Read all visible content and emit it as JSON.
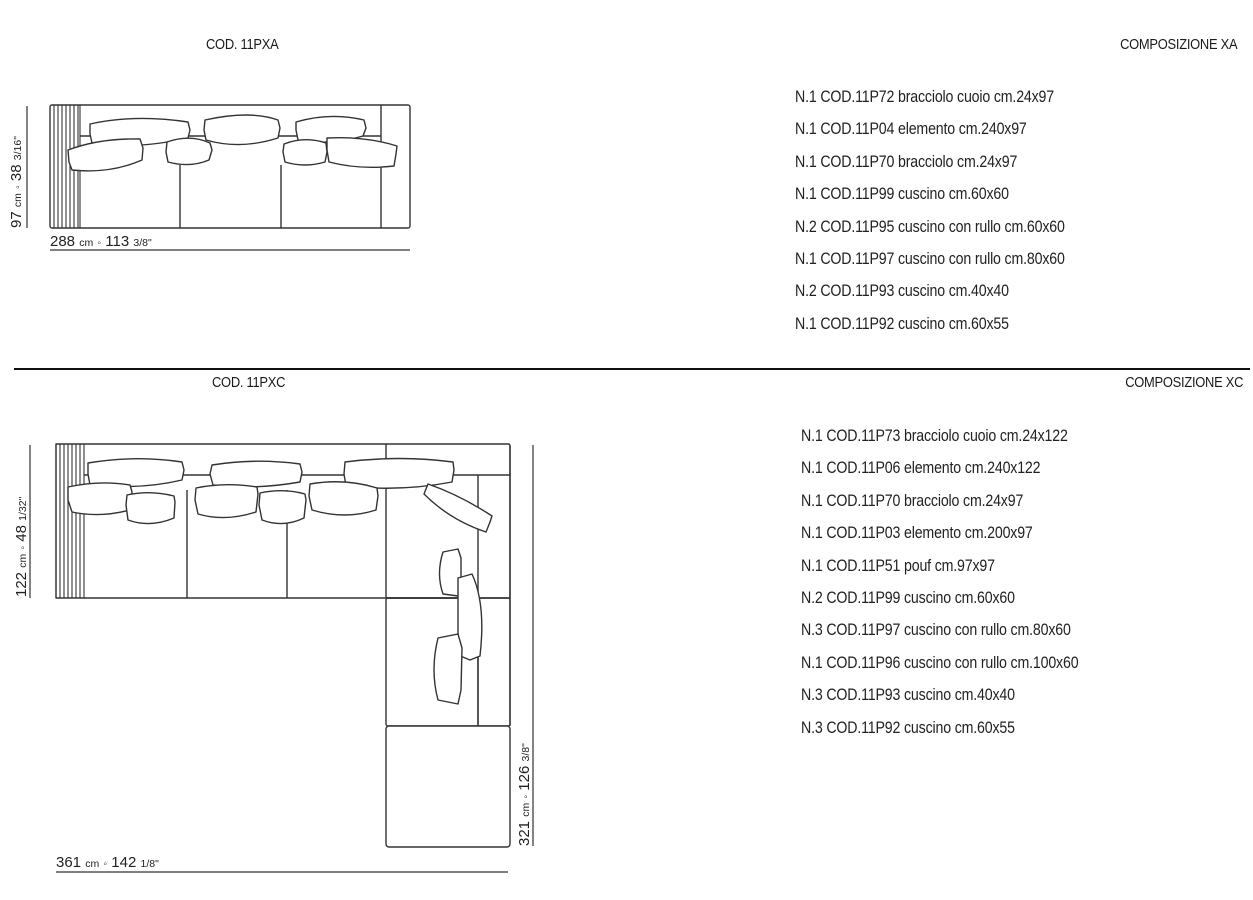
{
  "sections": [
    {
      "code_label": "COD. 11PXA",
      "composition_title": "COMPOSIZIONE XA",
      "dimensions": {
        "width": {
          "cm": "288",
          "cm_unit": "cm",
          "sep": "◦",
          "in": "113",
          "in_frac": "3/8\""
        },
        "depth": {
          "cm": "97",
          "cm_unit": "cm",
          "sep": "◦",
          "in": "38",
          "in_frac": "3/16\""
        }
      },
      "items": [
        "N.1 COD.11P72 bracciolo cuoio cm.24x97",
        "N.1 COD.11P04 elemento cm.240x97",
        "N.1 COD.11P70 bracciolo cm.24x97",
        "N.1 COD.11P99 cuscino cm.60x60",
        "N.2 COD.11P95 cuscino con rullo cm.60x60",
        "N.1 COD.11P97 cuscino con rullo cm.80x60",
        "N.2 COD.11P93 cuscino cm.40x40",
        "N.1 COD.11P92 cuscino cm.60x55"
      ]
    },
    {
      "code_label": "COD. 11PXC",
      "composition_title": "COMPOSIZIONE XC",
      "dimensions": {
        "width": {
          "cm": "361",
          "cm_unit": "cm",
          "sep": "◦",
          "in": "142",
          "in_frac": "1/8\""
        },
        "depth": {
          "cm": "122",
          "cm_unit": "cm",
          "sep": "◦",
          "in": "48",
          "in_frac": "1/32\""
        },
        "length": {
          "cm": "321",
          "cm_unit": "cm",
          "sep": "◦",
          "in": "126",
          "in_frac": "3/8\""
        }
      },
      "items": [
        "N.1 COD.11P73 bracciolo cuoio cm.24x122",
        "N.1 COD.11P06 elemento cm.240x122",
        "N.1 COD.11P70 bracciolo cm.24x97",
        "N.1 COD.11P03 elemento cm.200x97",
        "N.1 COD.11P51 pouf cm.97x97",
        "N.2 COD.11P99 cuscino cm.60x60",
        "N.3 COD.11P97 cuscino con rullo cm.80x60",
        "N.1 COD.11P96 cuscino con rullo cm.100x60",
        "N.3 COD.11P93 cuscino cm.40x40",
        "N.3 COD.11P92 cuscino cm.60x55"
      ]
    }
  ],
  "colors": {
    "line": "#333333",
    "text": "#1a1a1a",
    "background": "#ffffff"
  }
}
